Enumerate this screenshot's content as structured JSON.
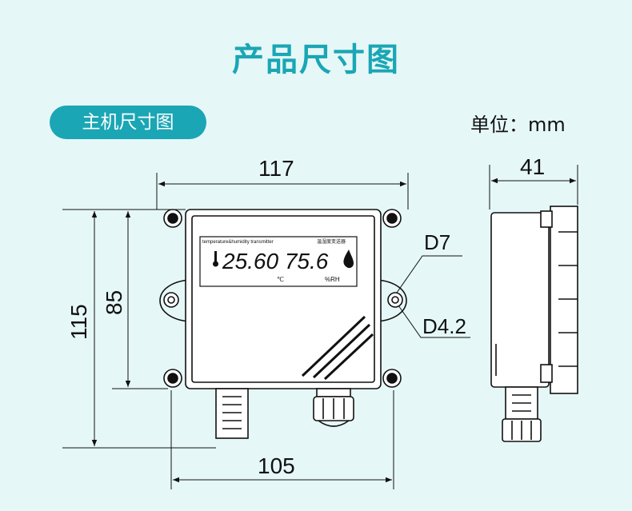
{
  "page_title": "产品尺寸图",
  "section_label": "主机尺寸图",
  "unit_label": "单位：mm",
  "dimensions": {
    "width_top": "117",
    "width_bottom": "105",
    "height_outer": "115",
    "height_inner": "85",
    "depth_side": "41",
    "hole_large": "D7",
    "hole_small": "D4.2"
  },
  "display": {
    "readout": "25.60 75.6",
    "temp_unit": "℃",
    "humid_unit": "%RH",
    "header_left": "temperature&humidity transmitter",
    "header_right": "温湿度变送器"
  },
  "colors": {
    "accent": "#1aa6b5",
    "background": "#e6f7f7"
  }
}
